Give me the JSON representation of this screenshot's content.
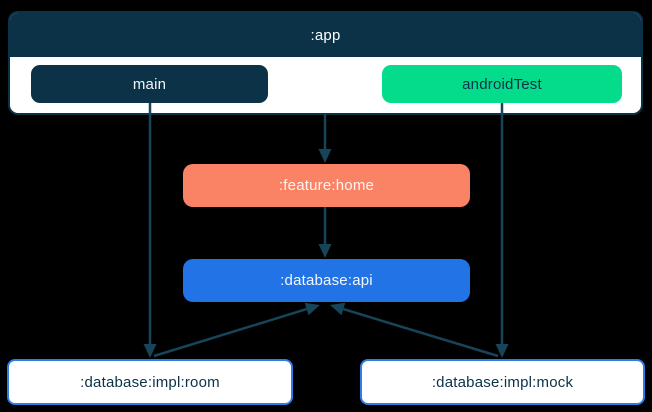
{
  "colors": {
    "background": "#000000",
    "navy": "#0B3246",
    "green": "#04DC8C",
    "coral": "#FB8365",
    "blue": "#2173E6",
    "node_border_blue": "#2B7DE9",
    "edge": "#174458",
    "white": "#FFFFFF"
  },
  "diagram": {
    "app": {
      "title": ":app",
      "source_sets": [
        {
          "id": "main",
          "label": "main",
          "color": "#0B3246"
        },
        {
          "id": "androidTest",
          "label": "androidTest",
          "color": "#04DC8C"
        }
      ]
    },
    "modules": [
      {
        "id": "feature-home",
        "label": ":feature:home",
        "color": "#FB8365"
      },
      {
        "id": "database-api",
        "label": ":database:api",
        "color": "#2173E6"
      },
      {
        "id": "database-impl-room",
        "label": ":database:impl:room",
        "color": "#FFFFFF"
      },
      {
        "id": "database-impl-mock",
        "label": ":database:impl:mock",
        "color": "#FFFFFF"
      }
    ],
    "edges": [
      {
        "from": "main",
        "to": "database-impl-room"
      },
      {
        "from": "androidTest",
        "to": "database-impl-mock"
      },
      {
        "from": "app",
        "to": "feature-home"
      },
      {
        "from": "feature-home",
        "to": "database-api"
      },
      {
        "from": "database-impl-room",
        "to": "database-api"
      },
      {
        "from": "database-impl-mock",
        "to": "database-api"
      }
    ]
  }
}
